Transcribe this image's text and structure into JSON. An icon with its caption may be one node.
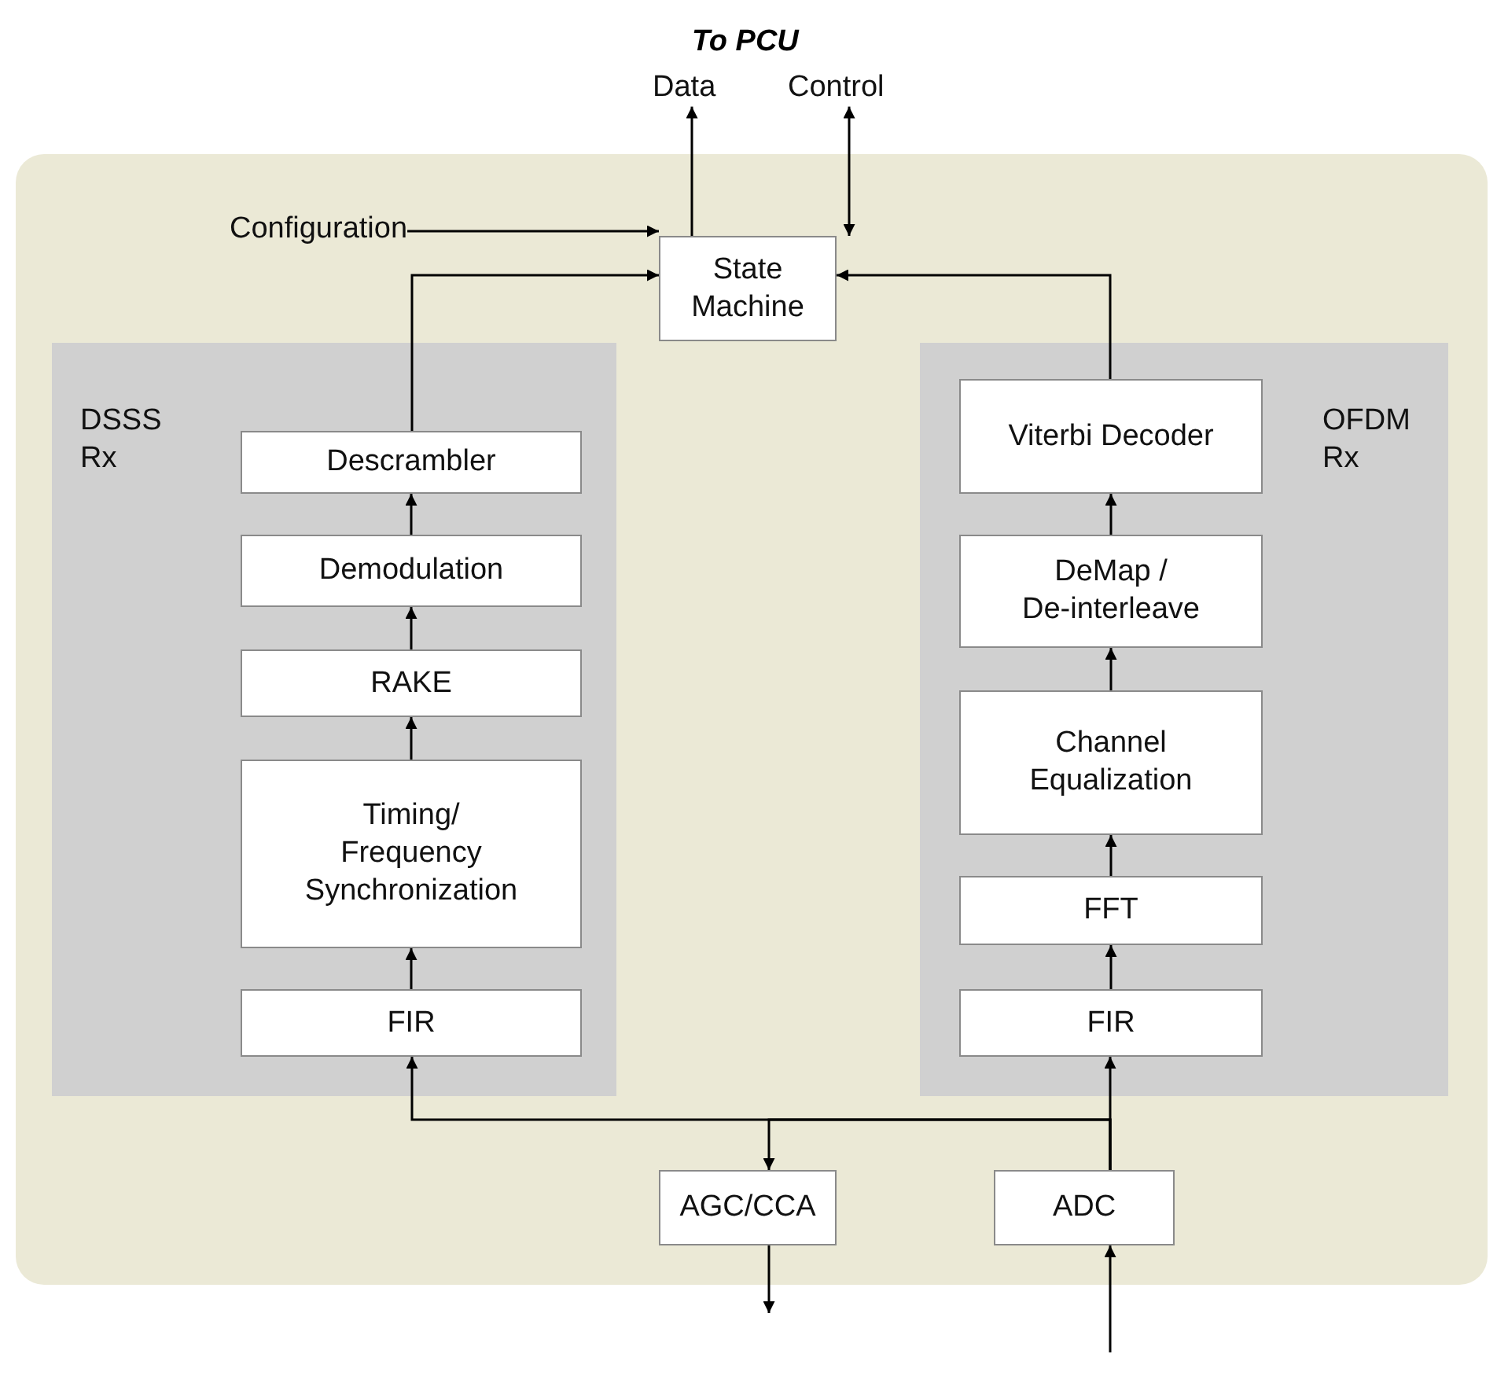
{
  "diagram": {
    "nodes": [
      {
        "text": [
          "Data"
        ]
      },
      {
        "text": [
          "Control"
        ]
      },
      {
        "text": [],
        "shape": "box"
      },
      {
        "text": [
          "Configuration"
        ],
        "in": 2
      },
      {
        "text": [
          "State Machine"
        ],
        "in": 2
      },
      {
        "text": [
          "DSSS Rx"
        ],
        "in": 2
      },
      {
        "text": [
          "Descrambler"
        ],
        "in": 5
      },
      {
        "text": [
          "Demodulation"
        ],
        "in": 5
      },
      {
        "text": [
          "RAKE"
        ],
        "in": 5
      },
      {
        "text": [
          "Timing/ Frequency Synchronization"
        ],
        "in": 5
      },
      {
        "text": [
          "FIR"
        ],
        "in": 5
      },
      {
        "text": [
          "OFDM Rx"
        ],
        "in": 2
      },
      {
        "text": [
          "Viterbi Decoder"
        ],
        "in": 11
      },
      {
        "text": [
          "DeMap / De-interleave"
        ],
        "in": 11
      },
      {
        "text": [
          "Channel Equalization"
        ],
        "in": 11
      },
      {
        "text": [
          "FFT"
        ],
        "in": 11
      },
      {
        "text": [
          "FIR"
        ],
        "in": 11
      },
      {
        "text": [
          "AGC/CCA"
        ],
        "in": 2
      },
      {
        "text": [
          "ADC"
        ],
        "in": 2
      }
    ],
    "edges": [
      {
        "from": 4,
        "to": 0,
        "arrow": "to"
      },
      {
        "from": 4,
        "to": 1,
        "arrow": "both"
      },
      {
        "from": 3,
        "to": 4,
        "arrow": "to"
      },
      {
        "from": 6,
        "to": 4,
        "arrow": "to"
      },
      {
        "from": 12,
        "to": 4,
        "arrow": "to"
      },
      {
        "from": 7,
        "to": 6,
        "arrow": "to"
      },
      {
        "from": 8,
        "to": 7,
        "arrow": "to"
      },
      {
        "from": 9,
        "to": 8,
        "arrow": "to"
      },
      {
        "from": 10,
        "to": 9,
        "arrow": "to"
      },
      {
        "from": 13,
        "to": 12,
        "arrow": "to"
      },
      {
        "from": 14,
        "to": 13,
        "arrow": "to"
      },
      {
        "from": 15,
        "to": 14,
        "arrow": "to"
      },
      {
        "from": 16,
        "to": 15,
        "arrow": "to"
      },
      {
        "from": 18,
        "to": 16,
        "arrow": "to"
      },
      {
        "from": 18,
        "to": 10,
        "arrow": "to"
      },
      {
        "from": 18,
        "to": 17,
        "arrow": "to"
      },
      {
        "from": 17,
        "to": null,
        "arrow": "to"
      },
      {
        "from": null,
        "to": 18,
        "arrow": "to"
      }
    ],
    "labels": [
      "To PCU"
    ]
  }
}
